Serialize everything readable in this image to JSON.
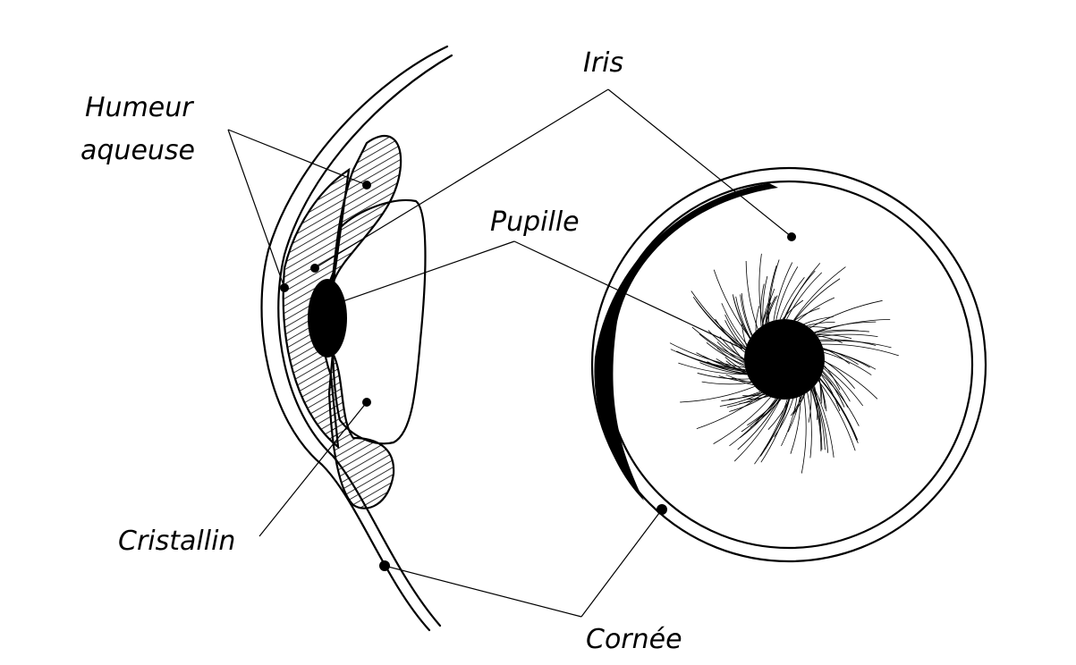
{
  "diagram": {
    "subject": "eye",
    "labels": {
      "humeur_line1": "Humeur",
      "humeur_line2": "aqueuse",
      "iris": "Iris",
      "pupille": "Pupille",
      "cristallin": "Cristallin",
      "cornee": "Cornée"
    },
    "colors": {
      "ink": "#000000",
      "background": "#ffffff"
    }
  }
}
